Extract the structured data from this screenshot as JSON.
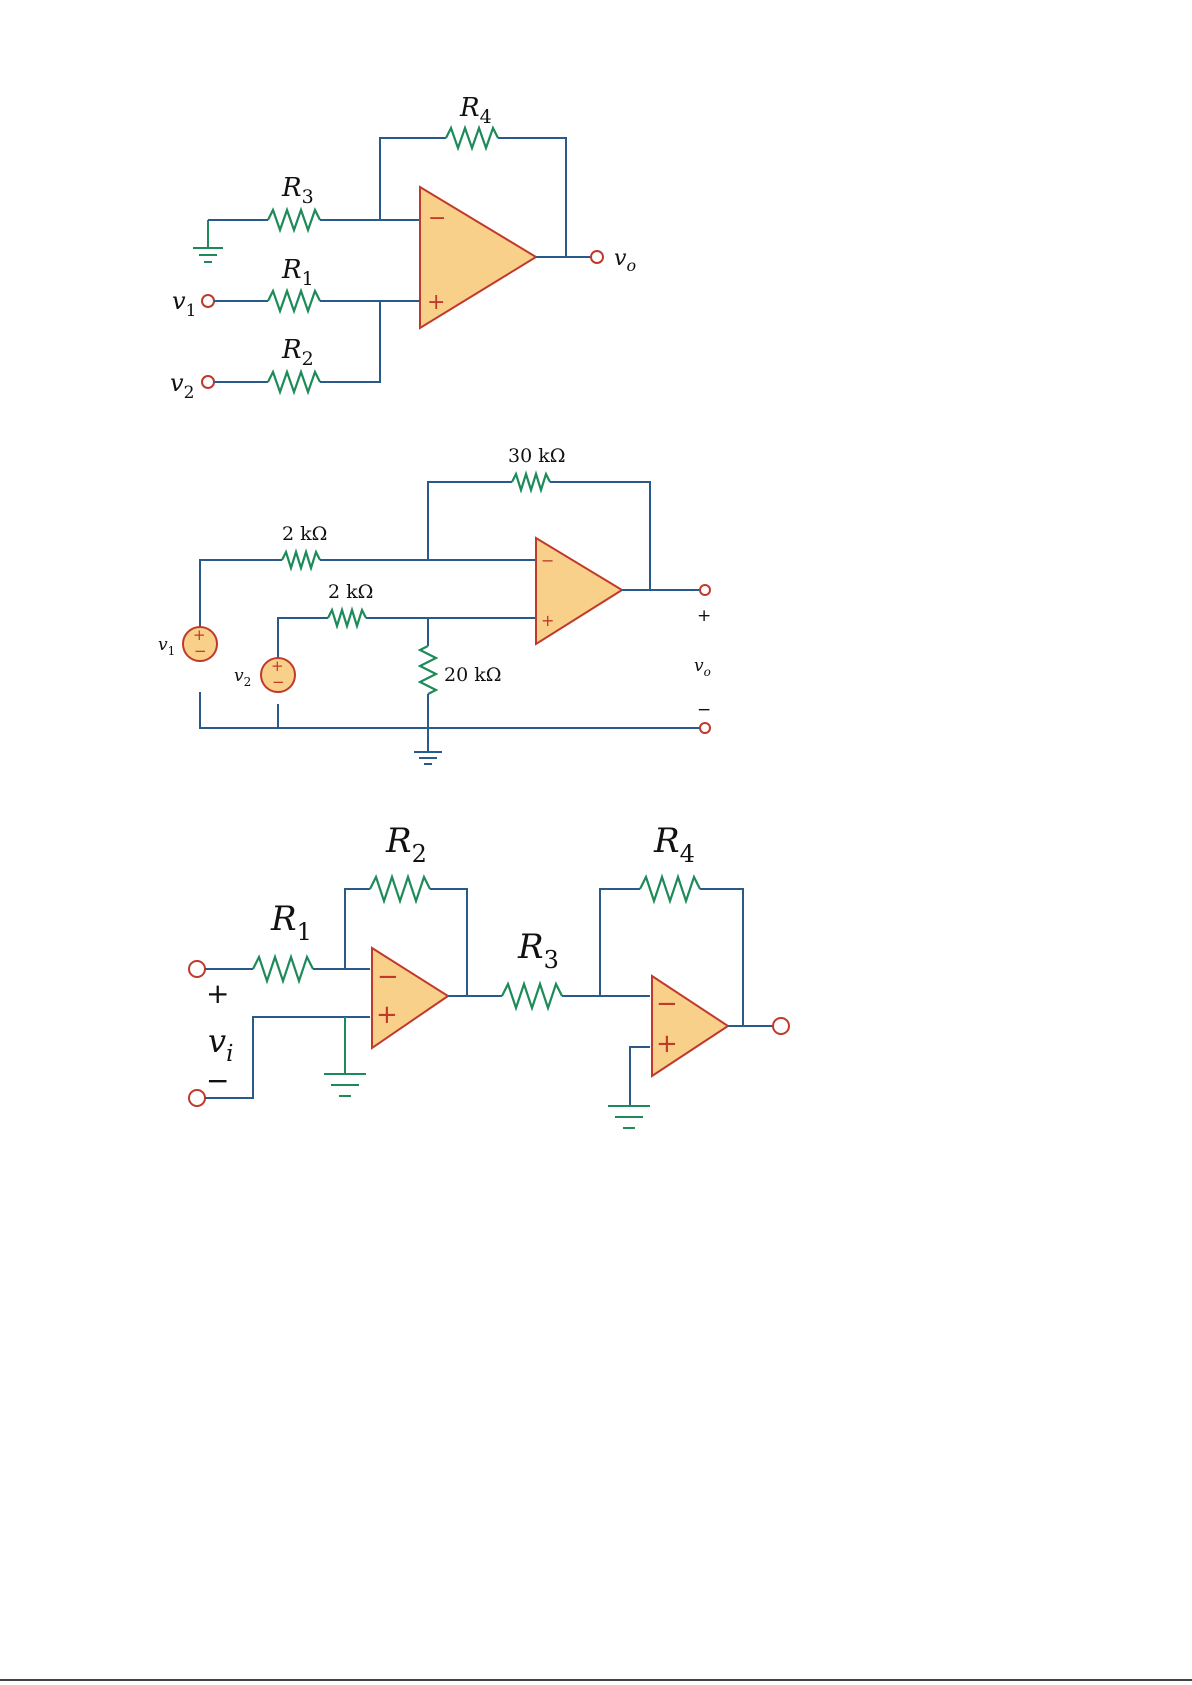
{
  "fig1": {
    "r1": "R1",
    "r2": "R2",
    "r3": "R3",
    "r4": "R4",
    "v1": "v1",
    "v2": "v2",
    "vo": "vo",
    "minus": "−",
    "plus": "+"
  },
  "fig2": {
    "r_feedback": "30 kΩ",
    "r_in1": "2 kΩ",
    "r_in2": "2 kΩ",
    "r_shunt": "20 kΩ",
    "v1": "v1",
    "v2": "v2",
    "vo": "vo",
    "minus": "−",
    "plus": "+",
    "out_plus": "+",
    "out_minus": "−",
    "src_plus": "+",
    "src_minus": "−"
  },
  "fig3": {
    "r1": "R1",
    "r2": "R2",
    "r3": "R3",
    "r4": "R4",
    "vi": "vi",
    "in_plus": "+",
    "in_minus": "−",
    "minus": "−",
    "plus": "+"
  },
  "colors": {
    "wire": "#2a5a8a",
    "resistor": "#1d8a5a",
    "opamp_fill": "#f8d08a",
    "opamp_stroke": "#c0392b"
  }
}
